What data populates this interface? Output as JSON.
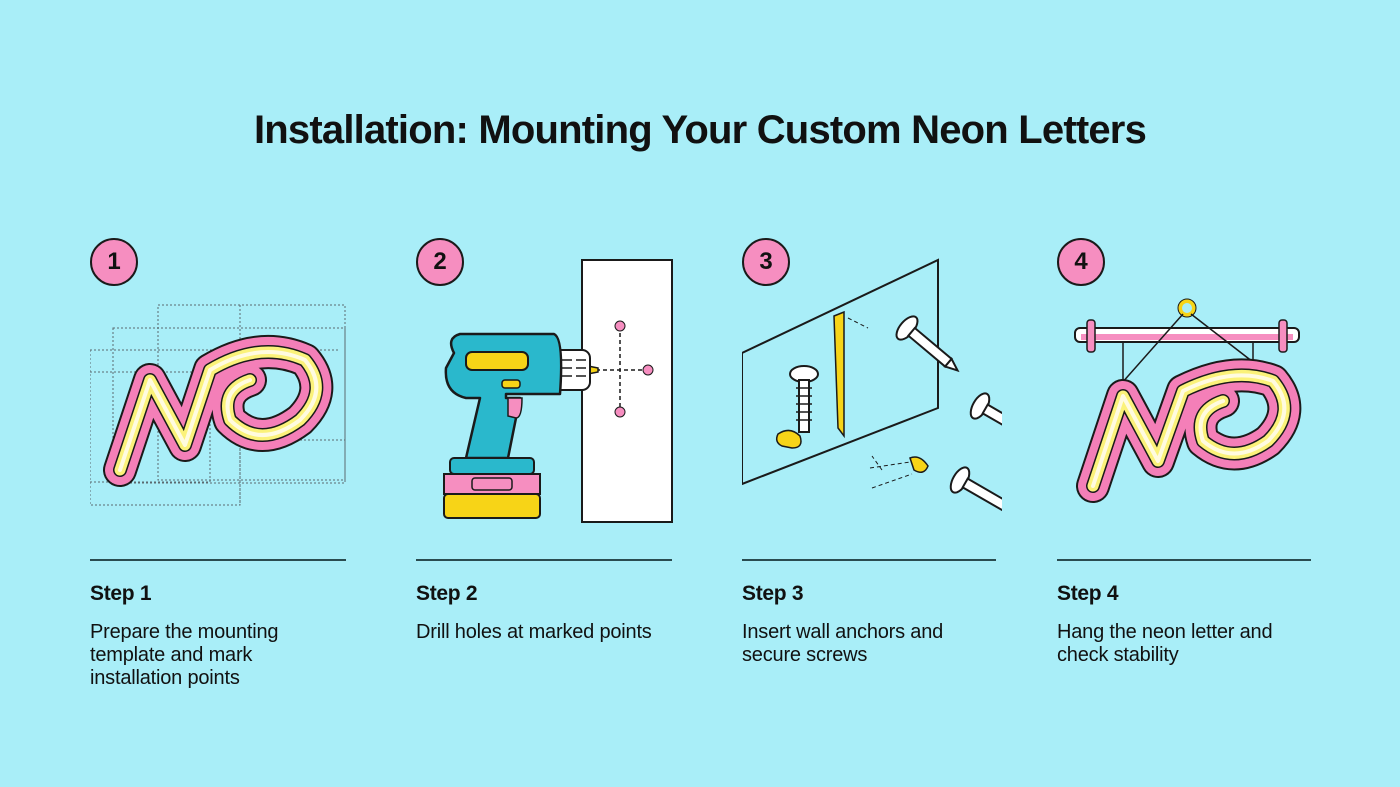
{
  "title": "Installation: Mounting Your Custom Neon Letters",
  "colors": {
    "background": "#a9eef8",
    "badge": "#f68ec0",
    "neon_pink": "#f47fb8",
    "neon_yellow": "#fbf27a",
    "drill_teal": "#2ab8cc",
    "accent_yellow": "#f7d417",
    "text": "#111111",
    "rule": "#2a4c50"
  },
  "steps": [
    {
      "number": "1",
      "title": "Step 1",
      "description": "Prepare the mounting template and mark installation points",
      "illustration": "neon-letters-on-template-grid"
    },
    {
      "number": "2",
      "title": "Step 2",
      "description": "Drill holes at marked points",
      "illustration": "drill-and-wall-marks"
    },
    {
      "number": "3",
      "title": "Step 3",
      "description": "Insert wall anchors and secure screws",
      "illustration": "wall-anchors-and-screws"
    },
    {
      "number": "4",
      "title": "Step 4",
      "description": "Hang the neon letter and check stability",
      "illustration": "hanging-neon-letters"
    }
  ]
}
